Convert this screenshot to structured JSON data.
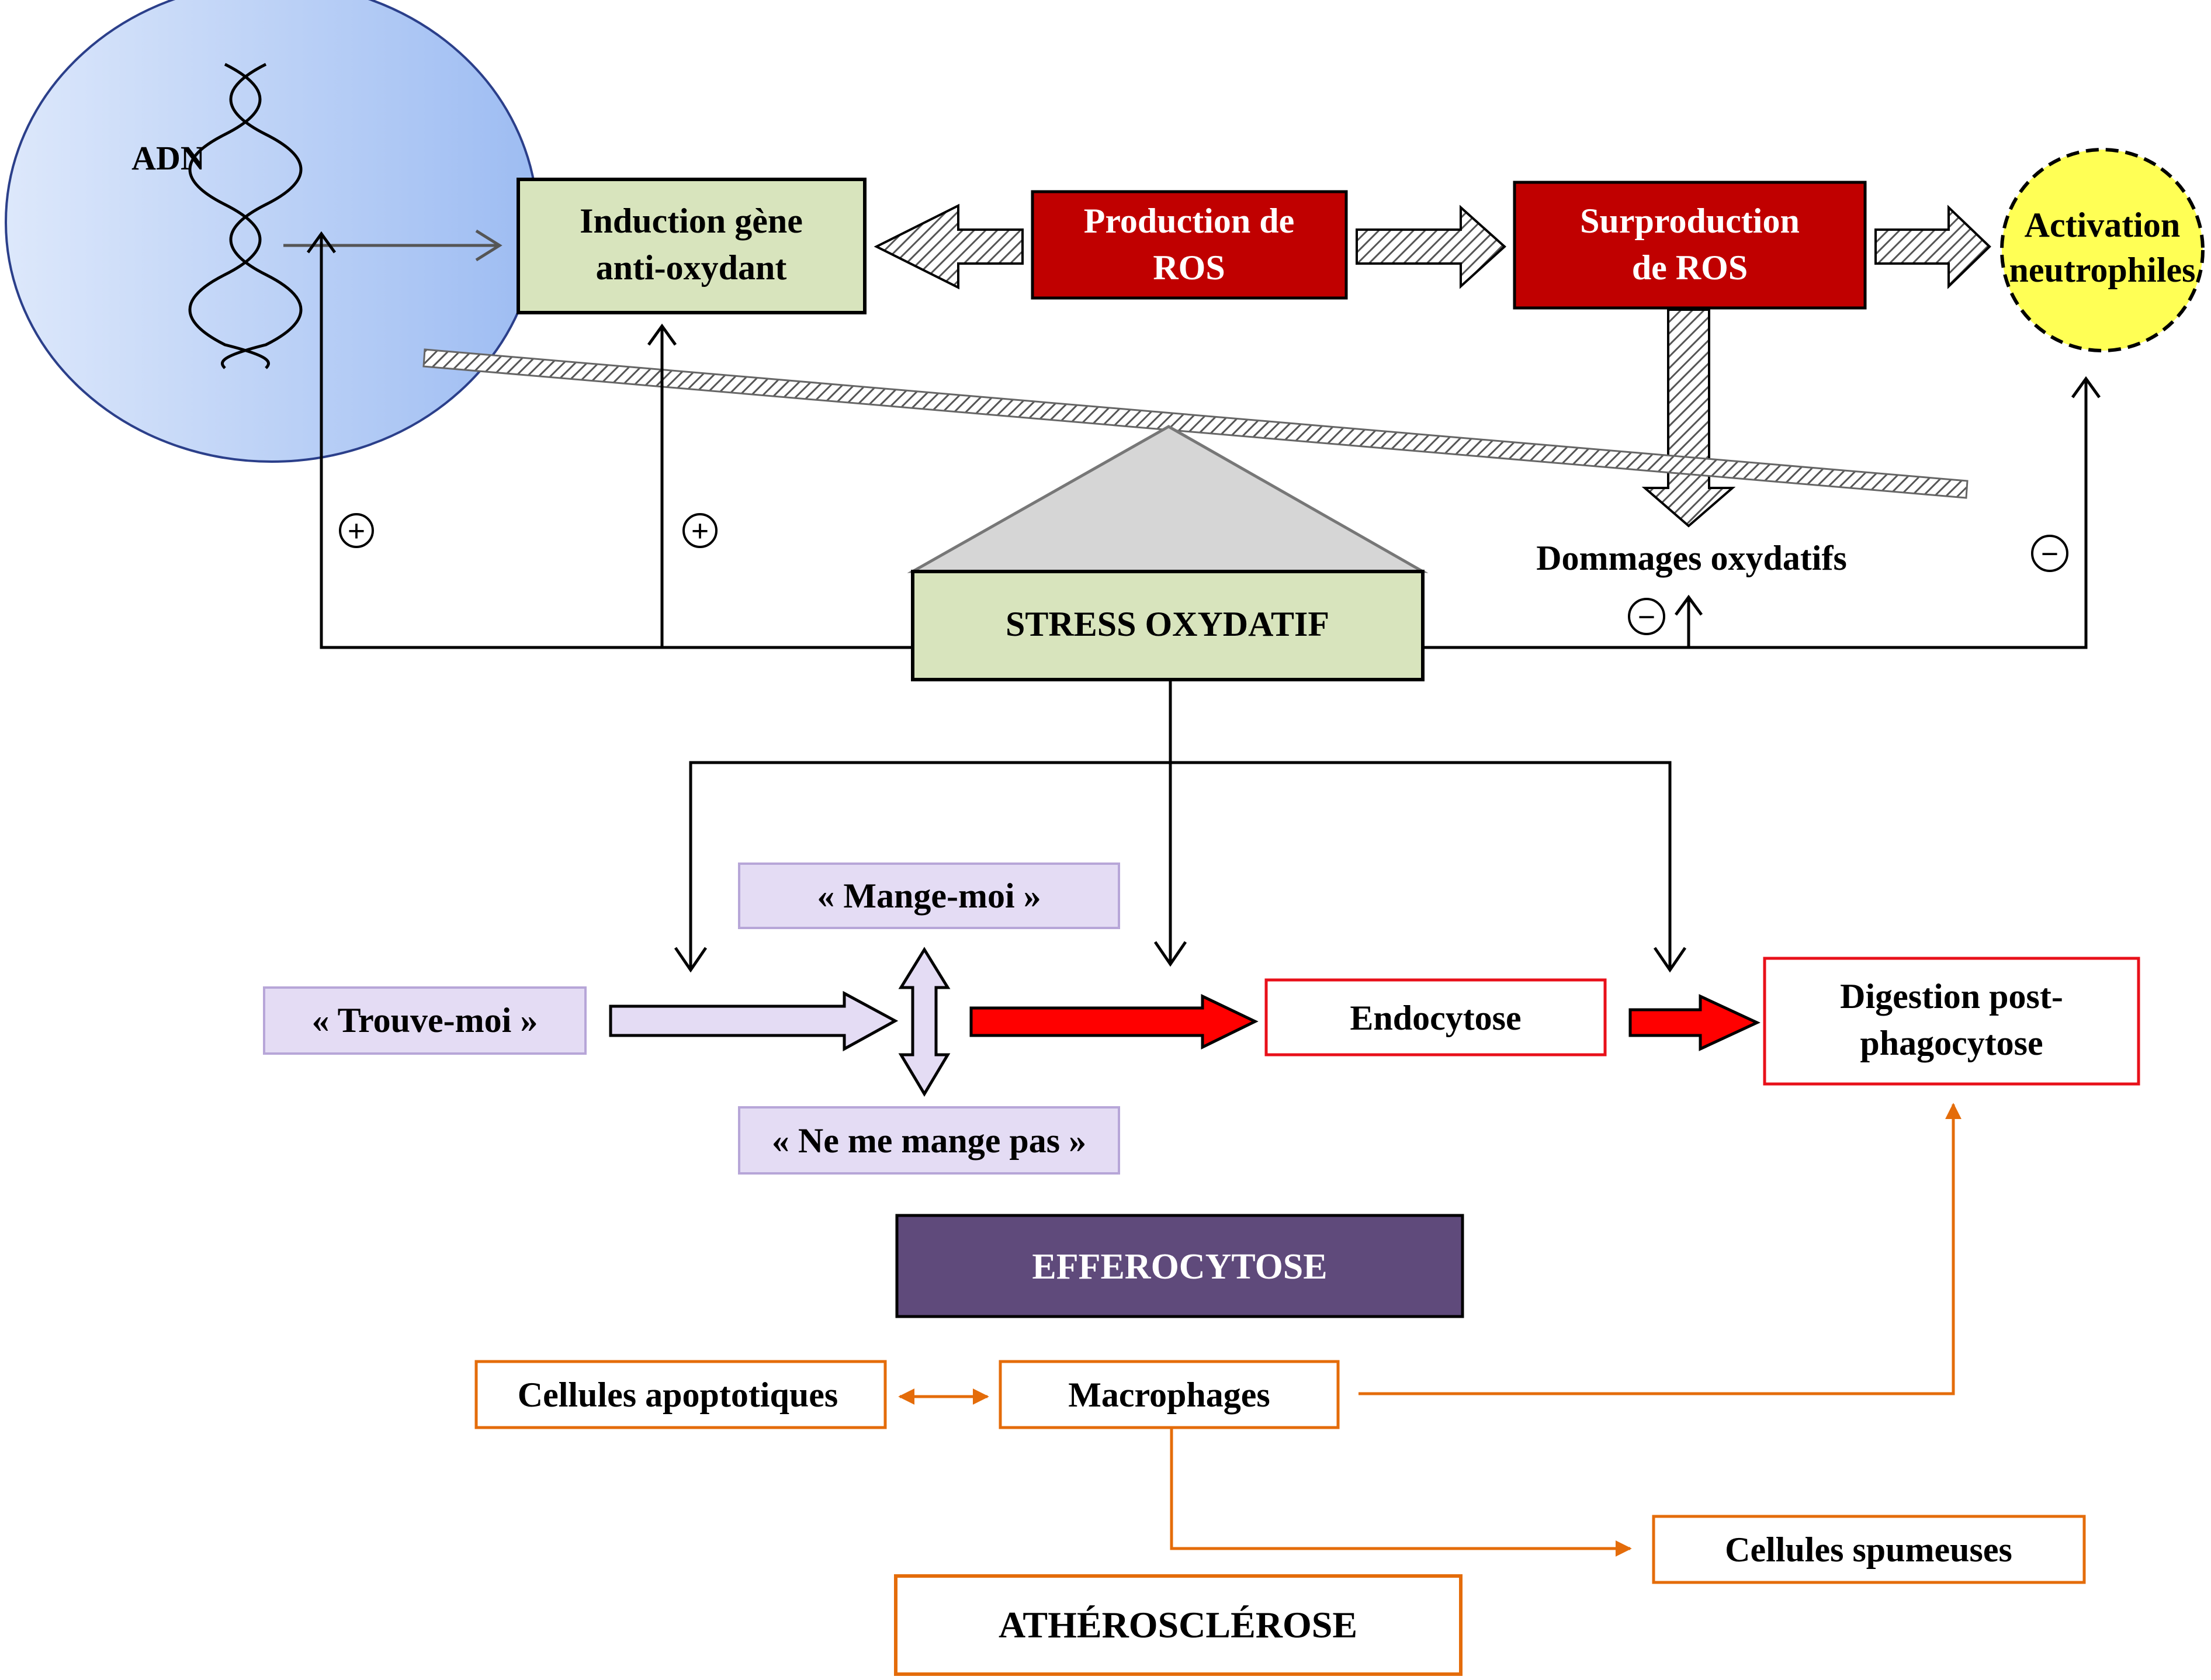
{
  "colors": {
    "nucleus_light": "#dde8fb",
    "nucleus_dark": "#9dbcf2",
    "nucleus_stroke": "#2b3f8a",
    "green_box": "#d8e4bd",
    "ros_red": "#c00000",
    "neutrophile_yellow": "#ffff55",
    "lavender": "#e4dcf4",
    "lavender_stroke": "#b7a6d8",
    "purple": "#5f4a7b",
    "red_outline": "#e8101a",
    "red_arrow": "#ff0000",
    "orange": "#e46c0a",
    "grey_triangle": "#d6d6d6"
  },
  "labels": {
    "adn": "ADN",
    "induction": [
      "Induction gène",
      "anti-oxydant"
    ],
    "production": [
      "Production de",
      "ROS"
    ],
    "surproduction": [
      "Surproduction",
      "de ROS"
    ],
    "activation": [
      "Activation",
      "neutrophiles"
    ],
    "dommages": "Dommages oxydatifs",
    "stress": "STRESS OXYDATIF",
    "mange_moi": "« Mange-moi »",
    "trouve_moi": "« Trouve-moi »",
    "ne_me_mange_pas": "« Ne me mange pas »",
    "endocytose": "Endocytose",
    "digestion": [
      "Digestion post-",
      "phagocytose"
    ],
    "efferocytose": "EFFEROCYTOSE",
    "cellules_apoptotiques": "Cellules apoptotiques",
    "macrophages": "Macrophages",
    "cellules_spumeuses": "Cellules spumeuses",
    "atherosclerose": "ATHÉROSCLÉROSE"
  },
  "signs": {
    "plus": "+",
    "minus": "−"
  }
}
